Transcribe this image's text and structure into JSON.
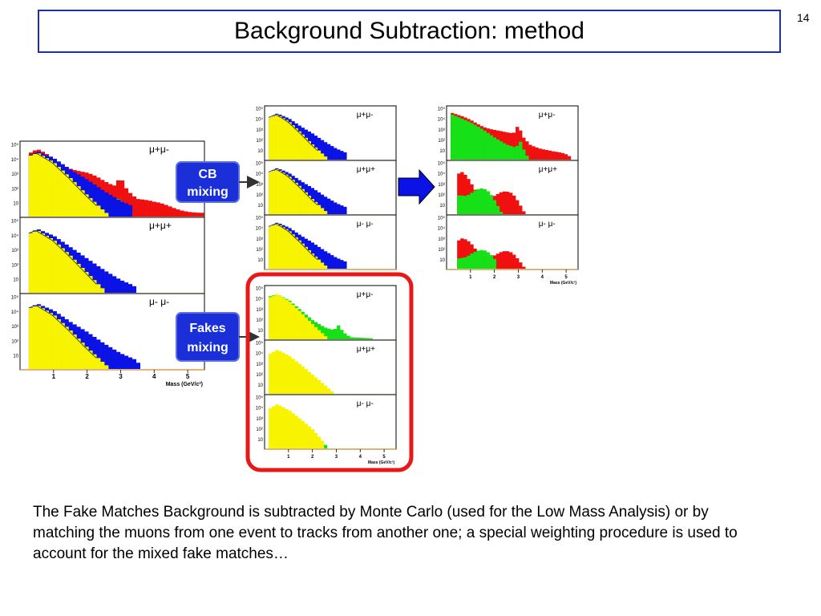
{
  "slide": {
    "title": "Background Subtraction: method",
    "number": "14",
    "caption": "The Fake Matches Background is subtracted by Monte Carlo (used for the Low Mass Analysis) or by matching the muons from one event to tracks from another one; a special weighting procedure is used to account for the mixed fake matches…"
  },
  "labels": {
    "cb_line1": "CB",
    "cb_line2": "mixing",
    "fakes_line1": "Fakes",
    "fakes_line2": "mixing",
    "pair_pm": "μ+μ-",
    "pair_pp": "μ+μ+",
    "pair_mm": "μ- μ-",
    "xaxis_label": "Mass (GeV/c²)"
  },
  "colors": {
    "blue": "#0b12e6",
    "yellow": "#f8f400",
    "red": "#f01010",
    "green": "#16e016",
    "frame_red": "#e81818",
    "box_blue": "#1a2fd8"
  },
  "chart_data": [
    {
      "type": "bar",
      "panel": "left-pm",
      "charge": "μ+μ-",
      "ylog": true,
      "xlim": [
        0,
        5.5
      ],
      "xticks": [
        "1",
        "2",
        "3",
        "4",
        "5"
      ],
      "yticks": [
        "10",
        "10²",
        "10³",
        "10⁴",
        "10⁵"
      ],
      "series": [
        {
          "name": "blue",
          "values": [
            [
              0.25,
              4.3
            ],
            [
              0.5,
              4.6
            ],
            [
              1.0,
              4.1
            ],
            [
              1.5,
              3.3
            ],
            [
              2.0,
              2.6
            ],
            [
              2.5,
              2.0
            ],
            [
              2.9,
              1.5
            ],
            [
              3.1,
              2.0
            ],
            [
              3.3,
              1.2
            ],
            [
              3.5,
              0.8
            ],
            [
              4.0,
              0.5
            ]
          ]
        },
        {
          "name": "yellow",
          "values": [
            [
              0.25,
              4.3
            ],
            [
              0.5,
              4.5
            ],
            [
              1.0,
              3.9
            ],
            [
              1.5,
              2.8
            ],
            [
              2.0,
              1.6
            ],
            [
              2.3,
              0.8
            ],
            [
              2.6,
              0.0
            ]
          ]
        }
      ]
    },
    {
      "type": "bar",
      "panel": "left-pp",
      "charge": "μ+μ+",
      "ylog": true,
      "series": [
        {
          "name": "blue",
          "values": [
            [
              0.25,
              4.2
            ],
            [
              0.5,
              4.5
            ],
            [
              1.0,
              4.0
            ],
            [
              1.5,
              3.2
            ],
            [
              2.0,
              2.4
            ],
            [
              2.5,
              1.6
            ],
            [
              3.0,
              0.9
            ],
            [
              3.4,
              0.5
            ]
          ]
        },
        {
          "name": "yellow",
          "values": [
            [
              0.25,
              4.2
            ],
            [
              0.5,
              4.4
            ],
            [
              1.0,
              3.7
            ],
            [
              1.5,
              2.6
            ],
            [
              2.0,
              1.4
            ],
            [
              2.5,
              0.2
            ]
          ]
        }
      ]
    },
    {
      "type": "bar",
      "panel": "left-mm",
      "charge": "μ- μ-",
      "ylog": true,
      "series": [
        {
          "name": "blue",
          "values": [
            [
              0.25,
              4.3
            ],
            [
              0.5,
              4.6
            ],
            [
              1.0,
              4.1
            ],
            [
              1.5,
              3.3
            ],
            [
              2.0,
              2.5
            ],
            [
              2.5,
              1.7
            ],
            [
              3.0,
              1.0
            ],
            [
              3.5,
              0.6
            ]
          ]
        },
        {
          "name": "yellow",
          "values": [
            [
              0.25,
              4.3
            ],
            [
              0.5,
              4.5
            ],
            [
              1.0,
              3.8
            ],
            [
              1.5,
              2.7
            ],
            [
              2.0,
              1.5
            ],
            [
              2.5,
              0.4
            ]
          ]
        }
      ]
    }
  ]
}
